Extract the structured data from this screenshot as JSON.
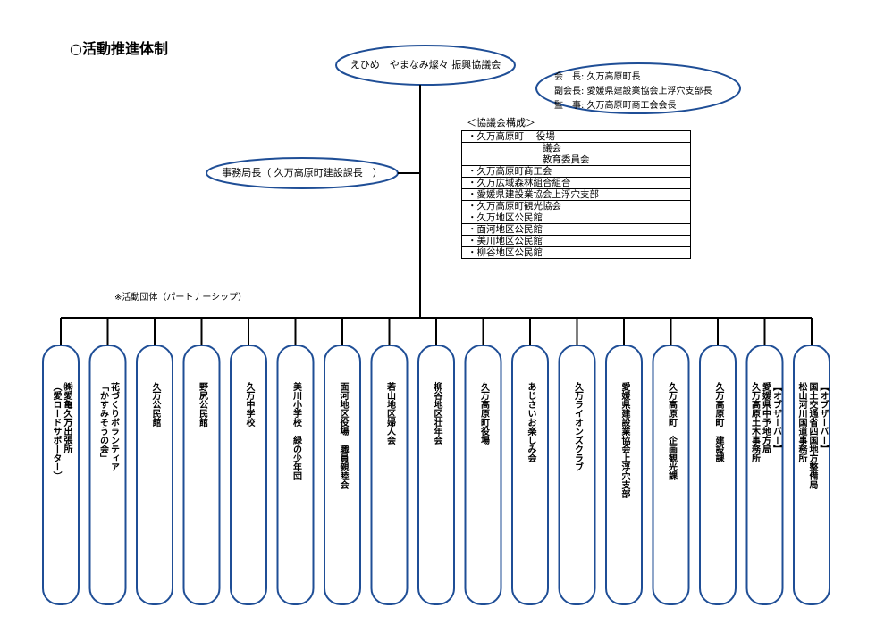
{
  "title": "○活動推進体制",
  "top_body": "えひめ　やまなみ燦々 振興協議会",
  "officers": [
    "会　長: 久万高原町長",
    "副会長: 愛媛県建設業協会上浮穴支部長",
    "監　事: 久万高原町商工会会長"
  ],
  "secretariat": "事務局長（ 久万高原町建設課長　）",
  "council_title": "＜協議会構成＞",
  "council_members": [
    "・久万高原町　 役場",
    "議会",
    "教育委員会",
    "・久万高原町商工会",
    "・久万広域森林組合組合",
    "・愛媛県建設業協会上浮穴支部",
    "・久万高原町観光協会",
    "・久万地区公民館",
    "・面河地区公民館",
    "・美川地区公民館",
    "・柳谷地区公民館"
  ],
  "partnership_label": "※活動団体（パートナーシップ）",
  "groups": [
    [
      "㈱愛亀久万出張所",
      "（愛ロードサポーター）"
    ],
    [
      "花づくりボランティア",
      "「かすみそうの会」"
    ],
    [
      "久万公民館"
    ],
    [
      "野尻公民館"
    ],
    [
      "久万中学校"
    ],
    [
      "美川小学校　緑の少年団"
    ],
    [
      "面河地区役場　職員親睦会"
    ],
    [
      "若山地区婦人会"
    ],
    [
      "柳谷地区壮年会"
    ],
    [
      "久万高原町役場"
    ],
    [
      "あじさいお楽しみ会"
    ],
    [
      "久万ライオンズクラブ"
    ],
    [
      "愛媛県建設業協会上浮穴支部"
    ],
    [
      "久万高原町　企画観光課"
    ],
    [
      "久万高原町　建設課"
    ],
    [
      "【オブザーバー】",
      "愛媛県中予地方局",
      "久万高原土木事務所"
    ],
    [
      "【オブザーバー】",
      "国土交通省四国地方整備局",
      "松山河川国道事務所"
    ]
  ]
}
